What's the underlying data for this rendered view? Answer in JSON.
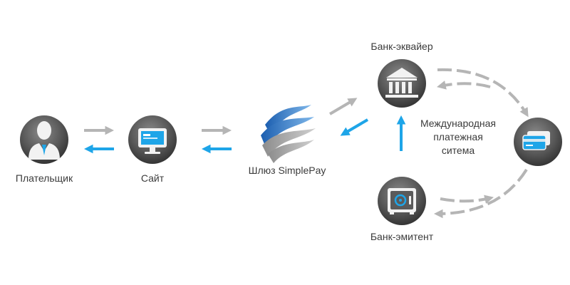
{
  "nodes": {
    "payer": {
      "label": "Плательщик",
      "icon": "user-icon"
    },
    "site": {
      "label": "Сайт",
      "icon": "monitor-icon"
    },
    "gateway": {
      "label": "Шлюз SimplePay",
      "icon": "simplepay-logo-icon"
    },
    "acquirer": {
      "label": "Банк-эквайер",
      "icon": "bank-icon"
    },
    "issuer": {
      "label": "Банк-эмитент",
      "icon": "safe-icon"
    },
    "network": {
      "label_lines": [
        "Международная",
        "платежная",
        "ситема"
      ],
      "icon": "credit-cards-icon"
    }
  },
  "colors": {
    "node_fill": "#5a5a5a",
    "node_edge": "#2e2e2e",
    "arrow_grey": "#b5b5b5",
    "arrow_blue": "#1ea5e8",
    "text": "#3b3b3b"
  }
}
